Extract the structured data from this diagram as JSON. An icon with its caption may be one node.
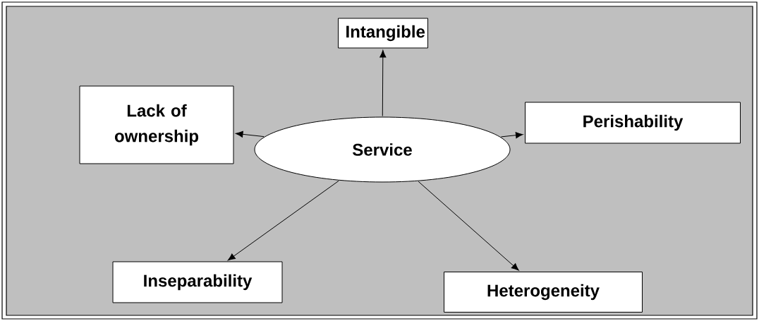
{
  "diagram": {
    "nodes": [
      {
        "text": [
          "Service"
        ]
      },
      {
        "text": [
          "Intangible"
        ]
      },
      {
        "text": [
          "Lack of ownership"
        ]
      },
      {
        "text": [
          "Perishability"
        ]
      },
      {
        "text": [
          "Inseparability"
        ]
      },
      {
        "text": [
          "Heterogeneity"
        ]
      }
    ],
    "edges": [
      {
        "from": 0,
        "to": 1,
        "arrow": "to"
      },
      {
        "from": 0,
        "to": 3,
        "arrow": "to"
      },
      {
        "from": 0,
        "to": 2,
        "arrow": "to"
      },
      {
        "from": 0,
        "to": 4,
        "arrow": "to"
      },
      {
        "from": 0,
        "to": 5,
        "arrow": "to"
      }
    ]
  }
}
